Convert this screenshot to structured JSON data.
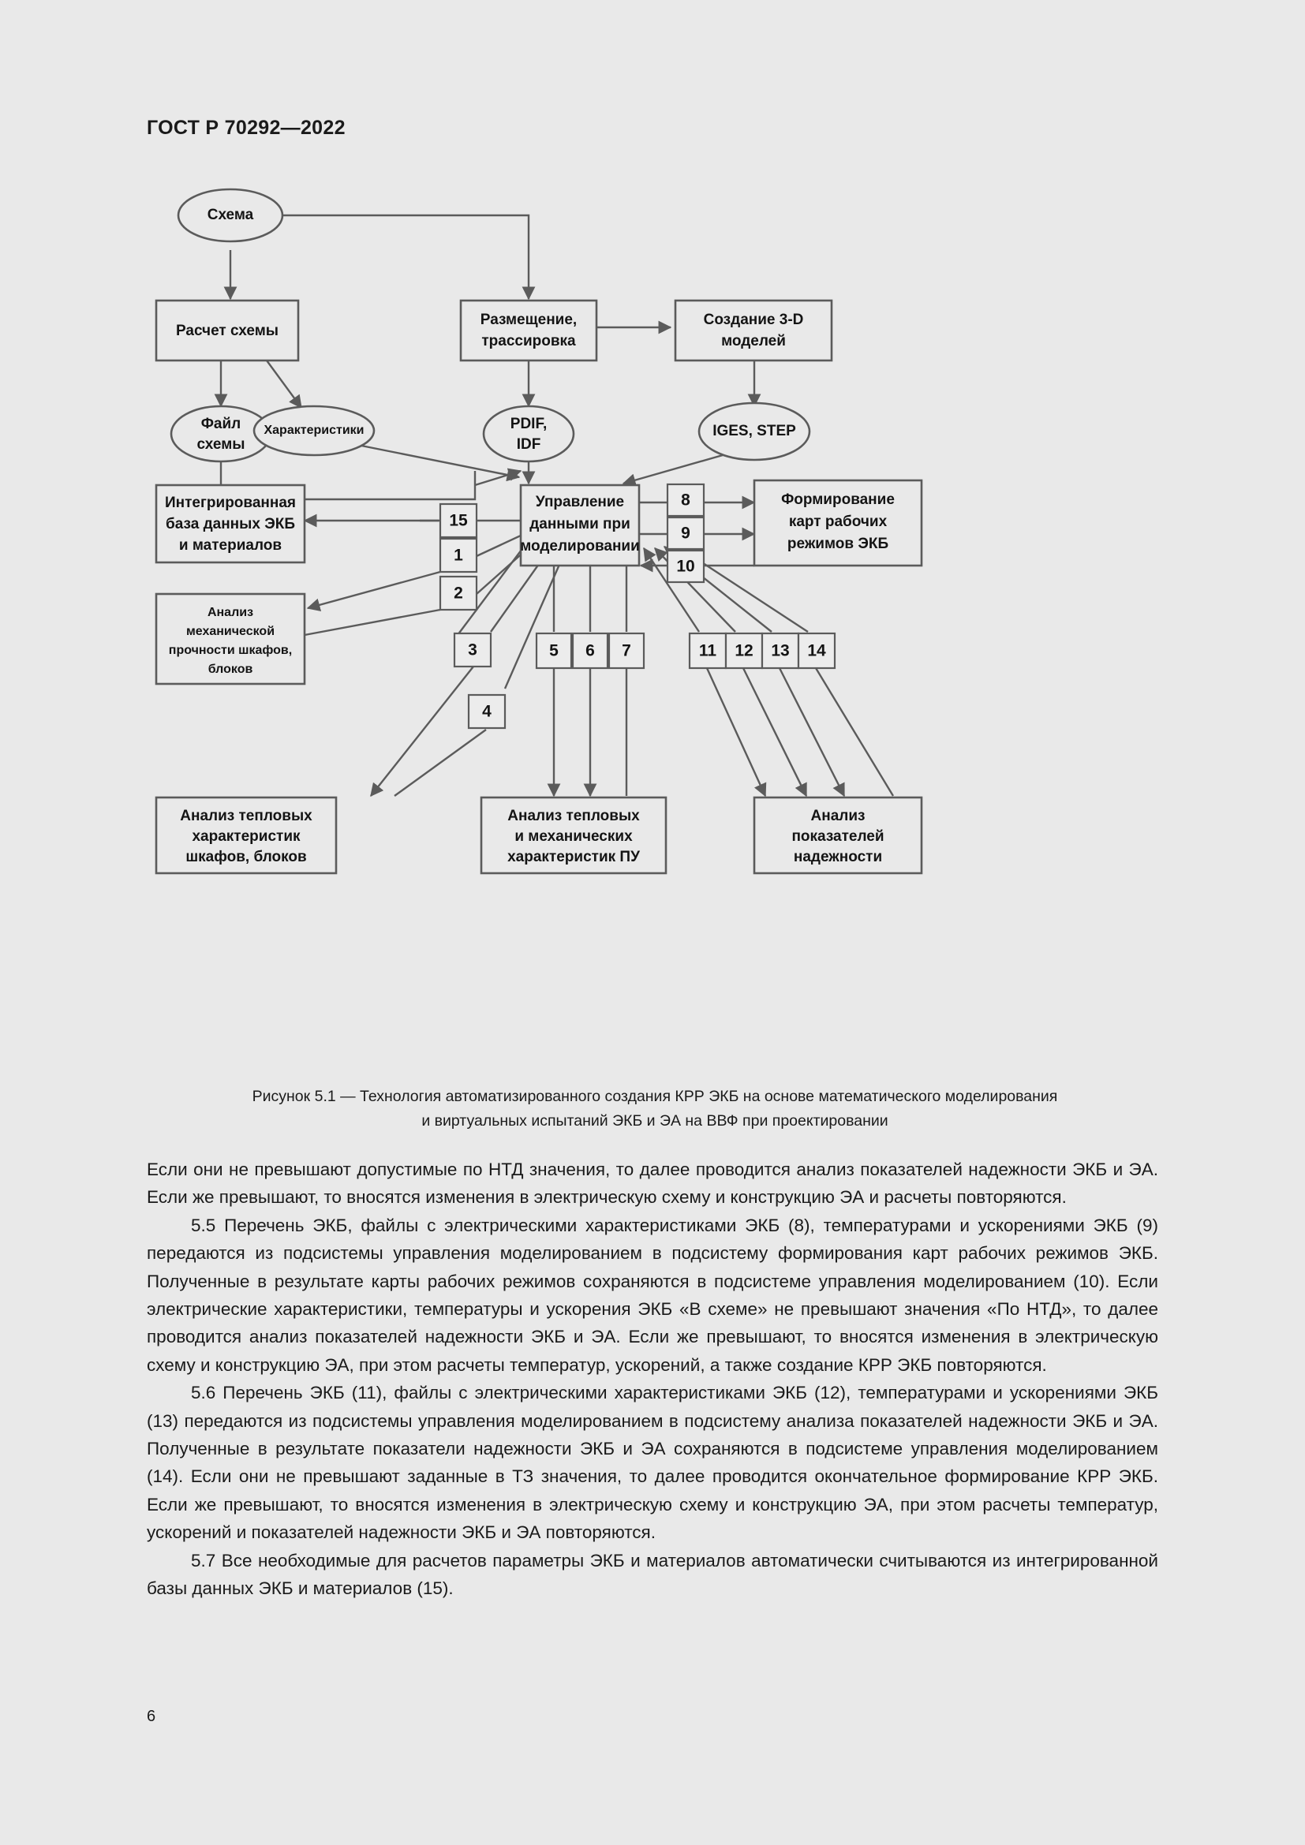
{
  "document": {
    "header": "ГОСТ Р 70292—2022",
    "page_number": "6"
  },
  "figure": {
    "caption_line1": "Рисунок 5.1 — Технология автоматизированного создания КРР ЭКБ на основе математического моделирования",
    "caption_line2": "и виртуальных испытаний ЭКБ и ЭА на ВВФ при проектировании",
    "nodes": {
      "scheme": "Схема",
      "scheme_calc": "Расчет схемы",
      "placement_line1": "Размещение,",
      "placement_line2": "трассировка",
      "model3d_line1": "Создание 3-D",
      "model3d_line2": "моделей",
      "scheme_file_line1": "Файл",
      "scheme_file_line2": "схемы",
      "characteristics": "Характеристики",
      "pdif_line1": "PDIF,",
      "pdif_line2": "IDF",
      "iges": "IGES, STEP",
      "datamgmt_line1": "Управление",
      "datamgmt_line2": "данными при",
      "datamgmt_line3": "моделировании",
      "db_line1": "Интегрированная",
      "db_line2": "база данных ЭКБ",
      "db_line3": "и материалов",
      "mech_line1": "Анализ",
      "mech_line2": "механической",
      "mech_line3": "прочности шкафов,",
      "mech_line4": "блоков",
      "maps_line1": "Формирование",
      "maps_line2": "карт рабочих",
      "maps_line3": "режимов ЭКБ",
      "thermal_cab_line1": "Анализ тепловых",
      "thermal_cab_line2": "характеристик",
      "thermal_cab_line3": "шкафов, блоков",
      "thermal_pu_line1": "Анализ тепловых",
      "thermal_pu_line2": "и механических",
      "thermal_pu_line3": "характеристик ПУ",
      "reliab_line1": "Анализ",
      "reliab_line2": "показателей",
      "reliab_line3": "надежности"
    },
    "numbers": {
      "n1": "1",
      "n2": "2",
      "n3": "3",
      "n4": "4",
      "n5": "5",
      "n6": "6",
      "n7": "7",
      "n8": "8",
      "n9": "9",
      "n10": "10",
      "n11": "11",
      "n12": "12",
      "n13": "13",
      "n14": "14",
      "n15": "15"
    },
    "colors": {
      "stroke": "#5b5b5b",
      "fill": "#e9e9e9",
      "text": "#141414"
    }
  },
  "body": {
    "p1": "Если они не превышают допустимые по НТД значения, то далее проводится анализ показателей надежности ЭКБ и ЭА. Если же превышают, то вносятся изменения в электрическую схему и конструкцию ЭА и расчеты повторяются.",
    "p2": "5.5 Перечень ЭКБ, файлы с электрическими характеристиками ЭКБ (8), температурами и ускорениями ЭКБ (9) передаются из подсистемы управления моделированием в подсистему формирования карт рабочих режимов ЭКБ. Полученные в результате карты рабочих режимов сохраняются в подсистеме управления моделированием (10). Если электрические характеристики, температуры и ускорения ЭКБ «В схеме» не превышают значения «По НТД», то далее проводится анализ показателей надежности ЭКБ и ЭА. Если же превышают, то вносятся изменения в электрическую схему и конструкцию ЭА, при этом расчеты температур, ускорений, а также создание КРР ЭКБ повторяются.",
    "p3": "5.6 Перечень ЭКБ (11), файлы с электрическими характеристиками ЭКБ (12), температурами и ускорениями ЭКБ (13) передаются из подсистемы управления моделированием в подсистему анализа показателей надежности ЭКБ и ЭА. Полученные в результате показатели надежности ЭКБ и ЭА сохраняются в подсистеме управления моделированием (14). Если они не превышают заданные в ТЗ значения, то далее проводится окончательное формирование КРР ЭКБ. Если же превышают, то вносятся изменения в электрическую схему и конструкцию ЭА, при этом расчеты температур, ускорений и показателей надежности ЭКБ и ЭА повторяются.",
    "p4": "5.7 Все необходимые для расчетов параметры ЭКБ и материалов автоматически считываются из интегрированной базы данных ЭКБ и материалов (15)."
  }
}
